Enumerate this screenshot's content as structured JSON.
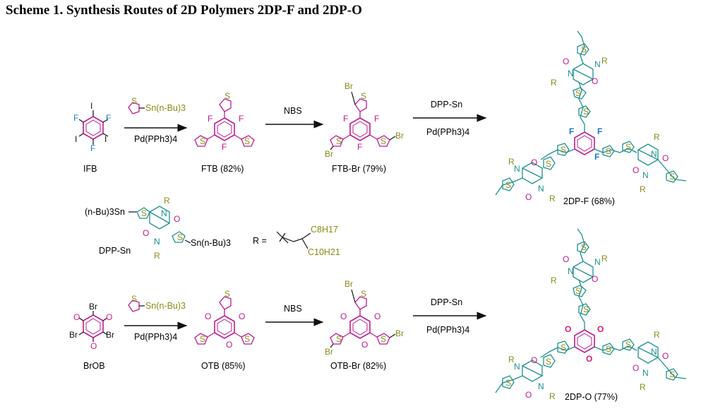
{
  "title": "Scheme 1. Synthesis Routes of 2D Polymers 2DP-F and 2DP-O",
  "colors": {
    "magenta": "#c01a8c",
    "teal": "#1f8f8f",
    "olive": "#8a8a1a",
    "pink": "#e0197c",
    "blue": "#1a78c8",
    "black": "#111111"
  },
  "route_f": {
    "compounds": [
      {
        "id": "ifb",
        "label": "IFB"
      },
      {
        "id": "ftb",
        "label": "FTB  (82%)"
      },
      {
        "id": "ftb_br",
        "label": "FTB-Br  (79%)"
      },
      {
        "id": "dp_f",
        "label": "2DP-F  (68%)"
      }
    ],
    "step1": {
      "reagent_top": "Sn(n-Bu)3",
      "reagent_bottom": "Pd(PPh3)4"
    },
    "step2": {
      "reagent_top": "NBS"
    },
    "step3": {
      "reagent_top": "DPP-Sn",
      "reagent_bottom": "Pd(PPh3)4"
    }
  },
  "route_o": {
    "compounds": [
      {
        "id": "brob",
        "label": "BrOB"
      },
      {
        "id": "otb",
        "label": "OTB  (85%)"
      },
      {
        "id": "otb_br",
        "label": "OTB-Br  (82%)"
      },
      {
        "id": "dp_o",
        "label": "2DP-O  (77%)"
      }
    ],
    "step1": {
      "reagent_top": "Sn(n-Bu)3",
      "reagent_bottom": "Pd(PPh3)4"
    },
    "step2": {
      "reagent_top": "NBS"
    },
    "step3": {
      "reagent_top": "DPP-Sn",
      "reagent_bottom": "Pd(PPh3)4"
    }
  },
  "monomer": {
    "label": "DPP-Sn",
    "sn_left": "(n-Bu)3Sn",
    "sn_right": "Sn(n-Bu)3",
    "r_def": "R =",
    "c8": "C8H17",
    "c10": "C10H21"
  },
  "atoms": {
    "F": "F",
    "I": "I",
    "Br": "Br",
    "S": "S",
    "N": "N",
    "O": "O",
    "R": "R"
  }
}
